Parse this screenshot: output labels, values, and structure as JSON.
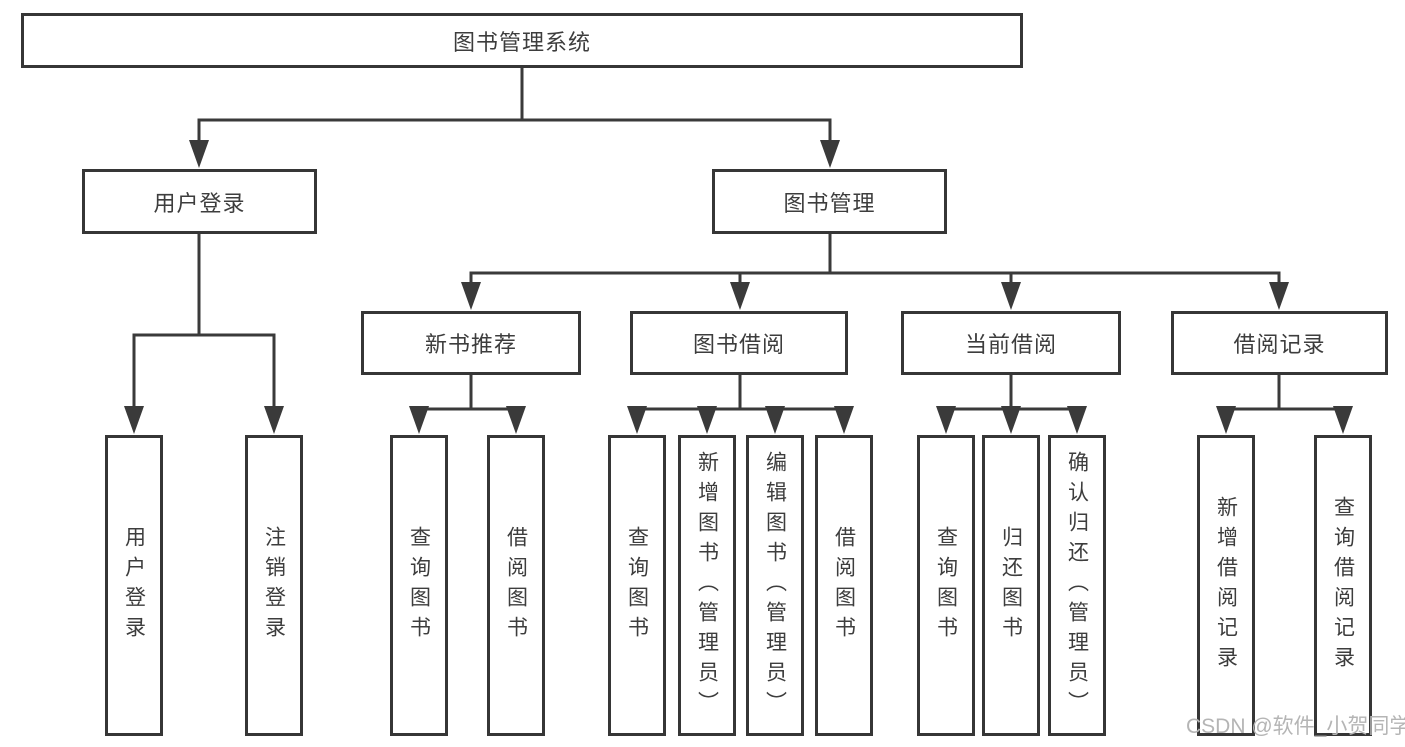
{
  "diagram": {
    "root": {
      "label": "图书管理系统"
    },
    "branches": [
      {
        "label": "用户登录",
        "children": [
          {
            "label": "用户登录"
          },
          {
            "label": "注销登录"
          }
        ]
      },
      {
        "label": "图书管理",
        "groups": [
          {
            "label": "新书推荐",
            "children": [
              {
                "label": "查询图书"
              },
              {
                "label": "借阅图书"
              }
            ]
          },
          {
            "label": "图书借阅",
            "children": [
              {
                "label": "查询图书"
              },
              {
                "label": "新增图书（管理员）"
              },
              {
                "label": "编辑图书（管理员）"
              },
              {
                "label": "借阅图书"
              }
            ]
          },
          {
            "label": "当前借阅",
            "children": [
              {
                "label": "查询图书"
              },
              {
                "label": "归还图书"
              },
              {
                "label": "确认归还（管理员）"
              }
            ]
          },
          {
            "label": "借阅记录",
            "children": [
              {
                "label": "新增借阅记录"
              },
              {
                "label": "查询借阅记录"
              }
            ]
          }
        ]
      }
    ],
    "watermark": "CSDN @软件_小贺同学"
  }
}
